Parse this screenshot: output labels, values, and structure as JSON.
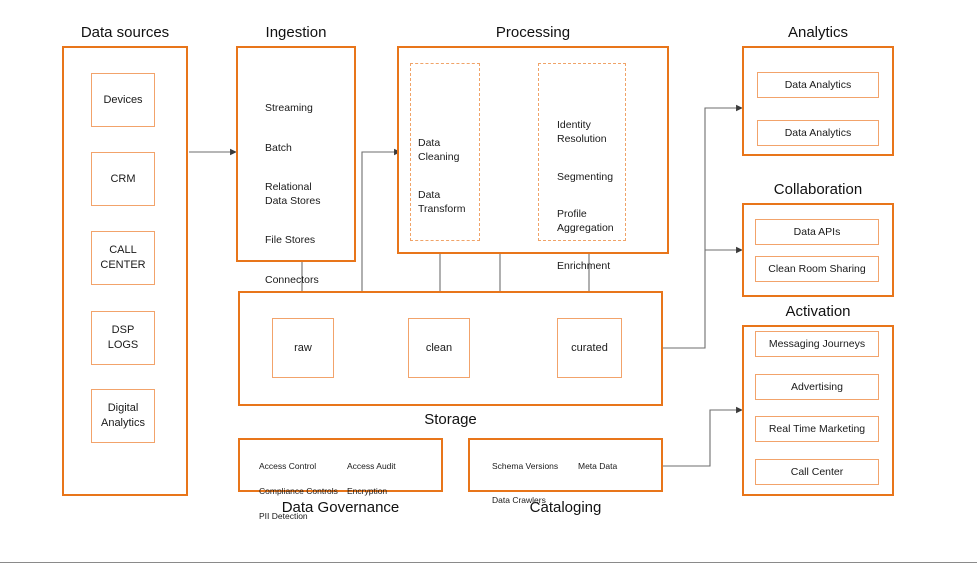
{
  "diagram": {
    "palette": {
      "group_border": "#E8751A",
      "node_border": "#F2A36B",
      "dashed_border": "#F0A368",
      "connector": "#595959",
      "background": "#FFFFFF",
      "text": "#1A1A1A"
    }
  },
  "data_sources": {
    "title": "Data sources",
    "items": [
      {
        "label": "Devices"
      },
      {
        "label": "CRM"
      },
      {
        "label": "CALL\nCENTER"
      },
      {
        "label": "DSP\nLOGS"
      },
      {
        "label": "Digital\nAnalytics"
      }
    ]
  },
  "ingestion": {
    "title": "Ingestion",
    "items": [
      {
        "label": "Streaming"
      },
      {
        "label": "Batch"
      },
      {
        "label": "Relational\nData Stores"
      },
      {
        "label": "File Stores"
      },
      {
        "label": "Connectors"
      }
    ]
  },
  "processing": {
    "title": "Processing",
    "prepare": {
      "items": [
        {
          "label": "Data\nCleaning"
        },
        {
          "label": "Data\nTransform"
        }
      ]
    },
    "profile": {
      "items": [
        {
          "label": "Identity\nResolution"
        },
        {
          "label": "Segmenting"
        },
        {
          "label": "Profile\nAggregation"
        },
        {
          "label": "Enrichment"
        }
      ]
    }
  },
  "storage": {
    "title": "Storage",
    "zones": [
      {
        "label": "raw"
      },
      {
        "label": "clean"
      },
      {
        "label": "curated"
      }
    ]
  },
  "analytics": {
    "title": "Analytics",
    "items": [
      {
        "label": "Data Analytics"
      },
      {
        "label": "Data Analytics"
      }
    ]
  },
  "collaboration": {
    "title": "Collaboration",
    "items": [
      {
        "label": "Data APIs"
      },
      {
        "label": "Clean Room Sharing"
      }
    ]
  },
  "activation": {
    "title": "Activation",
    "items": [
      {
        "label": "Messaging Journeys"
      },
      {
        "label": "Advertising"
      },
      {
        "label": "Real Time Marketing"
      },
      {
        "label": "Call Center"
      }
    ]
  },
  "data_governance": {
    "title": "Data Governance",
    "column_left": [
      {
        "label": "Access Control"
      },
      {
        "label": "Compliance Controls"
      },
      {
        "label": "PII Detection"
      }
    ],
    "column_right": [
      {
        "label": "Access Audit"
      },
      {
        "label": "Encryption"
      }
    ]
  },
  "cataloging": {
    "title": "Cataloging",
    "column_left": [
      {
        "label": "Schema Versions"
      },
      {
        "label": "Data Crawlers"
      }
    ],
    "column_right": [
      {
        "label": "Meta Data"
      }
    ]
  }
}
